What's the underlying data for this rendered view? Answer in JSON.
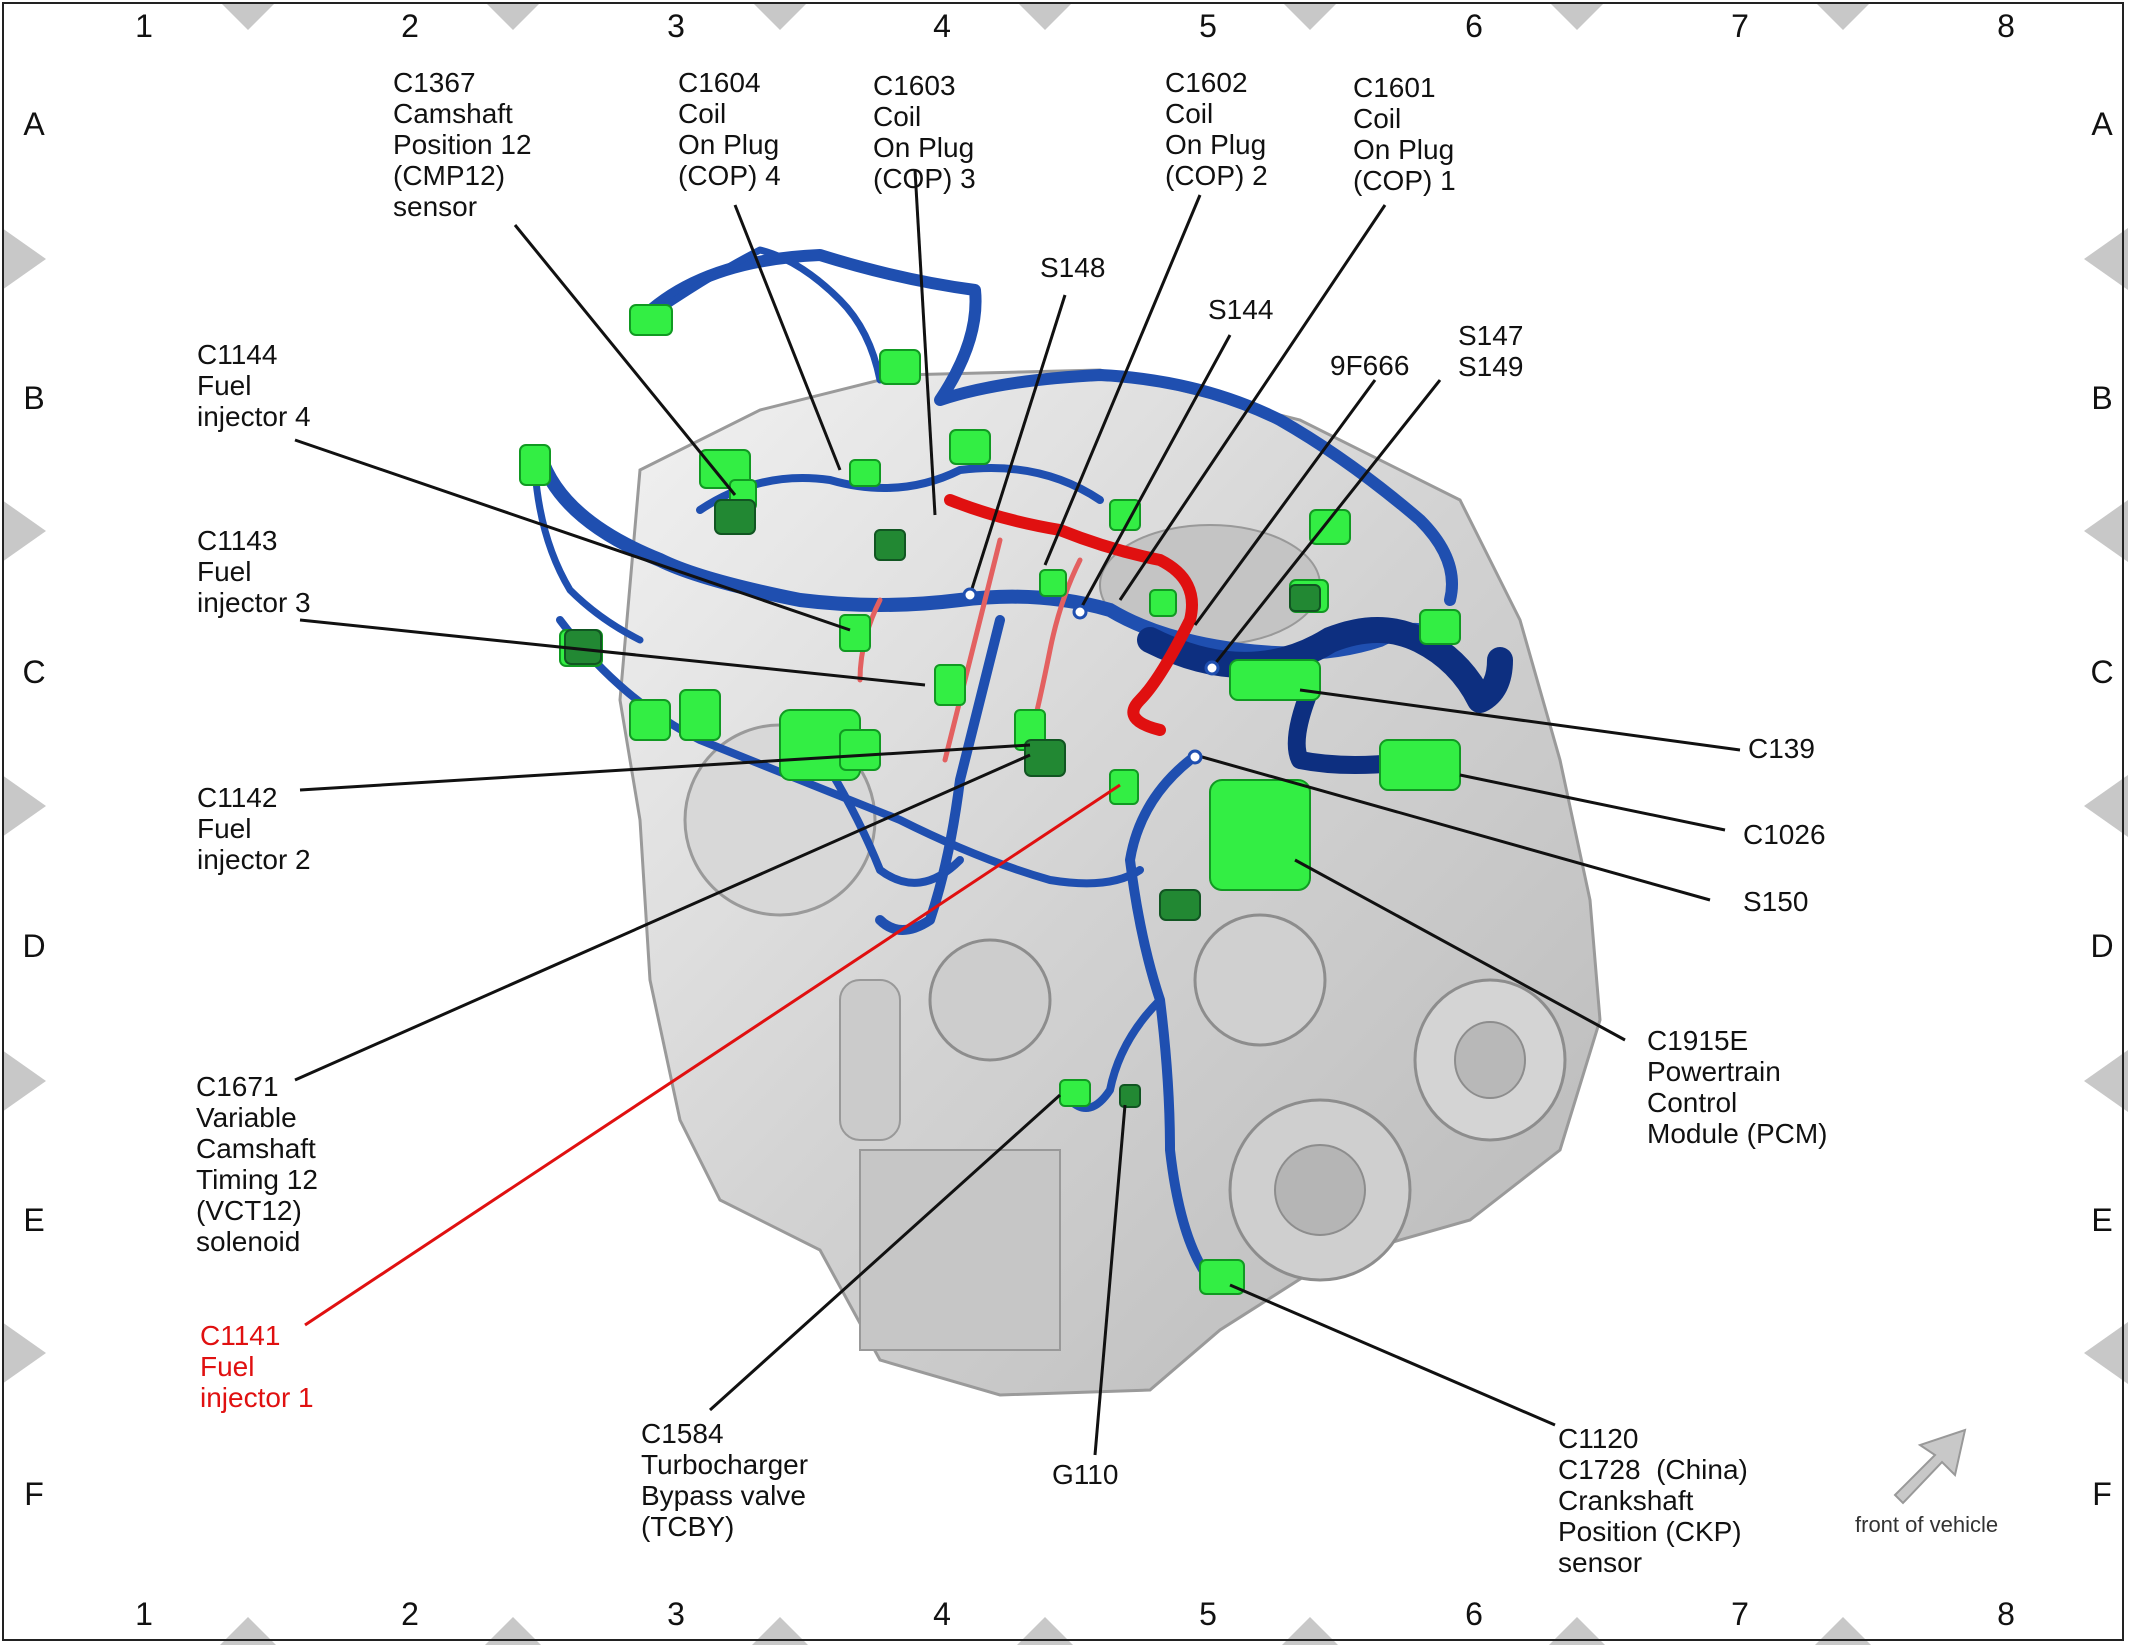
{
  "grid": {
    "columns": [
      "1",
      "2",
      "3",
      "4",
      "5",
      "6",
      "7",
      "8"
    ],
    "rows": [
      "A",
      "B",
      "C",
      "D",
      "E",
      "F"
    ]
  },
  "callouts": [
    {
      "id": "c1367",
      "text": "C1367\nCamshaft\nPosition 12\n(CMP12)\nsensor"
    },
    {
      "id": "c1604",
      "text": "C1604\nCoil\nOn Plug\n(COP) 4"
    },
    {
      "id": "c1603",
      "text": "C1603\nCoil\nOn Plug\n(COP) 3"
    },
    {
      "id": "c1602",
      "text": "C1602\nCoil\nOn Plug\n(COP) 2"
    },
    {
      "id": "c1601",
      "text": "C1601\nCoil\nOn Plug\n(COP) 1"
    },
    {
      "id": "s148",
      "text": "S148"
    },
    {
      "id": "s144",
      "text": "S144"
    },
    {
      "id": "f9f666",
      "text": "9F666"
    },
    {
      "id": "s147",
      "text": "S147\nS149"
    },
    {
      "id": "c1144",
      "text": "C1144\nFuel\ninjector 4"
    },
    {
      "id": "c1143",
      "text": "C1143\nFuel\ninjector 3"
    },
    {
      "id": "c1142",
      "text": "C1142\nFuel\ninjector 2"
    },
    {
      "id": "c139",
      "text": "C139"
    },
    {
      "id": "c1026",
      "text": "C1026"
    },
    {
      "id": "s150",
      "text": "S150"
    },
    {
      "id": "c1915e",
      "text": "C1915E\nPowertrain\nControl\nModule (PCM)"
    },
    {
      "id": "c1671",
      "text": "C1671\nVariable\nCamshaft\nTiming 12\n(VCT12)\nsolenoid"
    },
    {
      "id": "c1141",
      "text": "C1141\nFuel\ninjector 1",
      "highlighted": true
    },
    {
      "id": "c1584",
      "text": "C1584\nTurbocharger\nBypass valve\n(TCBY)"
    },
    {
      "id": "g110",
      "text": "G110"
    },
    {
      "id": "c1120",
      "text": "C1120\nC1728  (China)\nCrankshaft\nPosition (CKP)\nsensor"
    }
  ],
  "front_of_vehicle": "front of vehicle",
  "colors": {
    "harness": "#1f4fb0",
    "harness_dark": "#0d2f80",
    "highlight_wire": "#e01010",
    "connector": "#33ee44",
    "engine": "#d6d6d6",
    "callout_line": "#111111",
    "highlight_text": "#e01010",
    "grid_marker": "#c8c8c8"
  }
}
